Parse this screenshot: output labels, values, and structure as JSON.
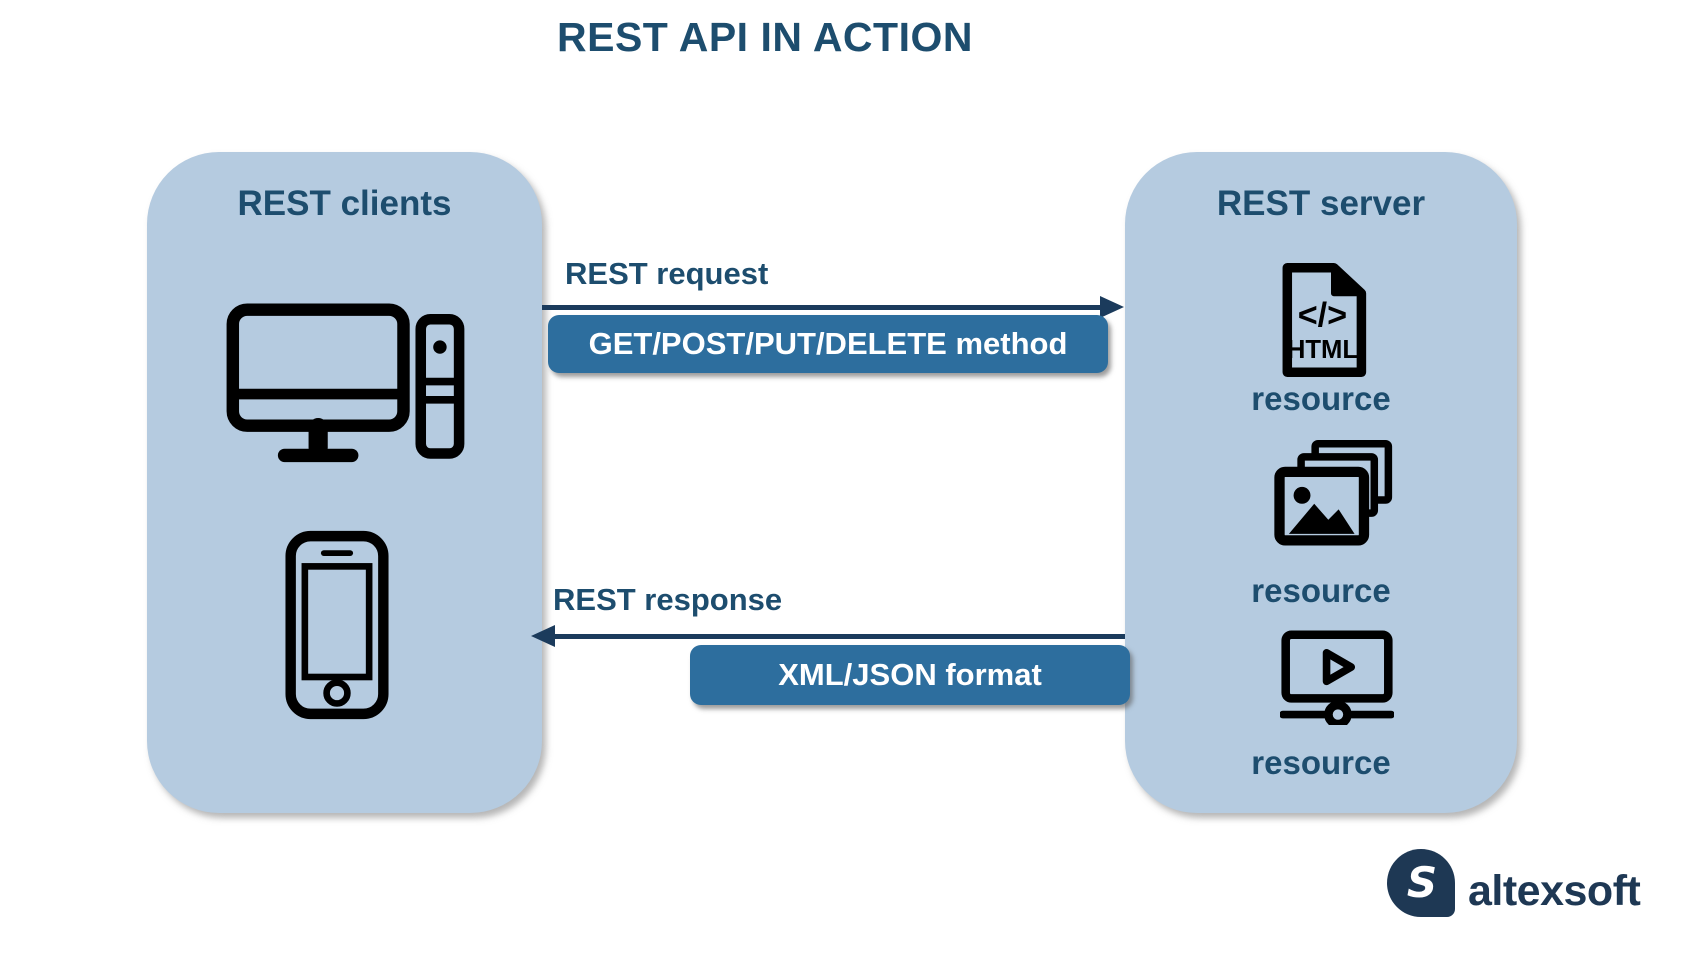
{
  "title": "REST API IN ACTION",
  "clients_panel": {
    "title": "REST clients",
    "icons": [
      "desktop-computer",
      "smartphone"
    ]
  },
  "server_panel": {
    "title": "REST server",
    "resources": [
      {
        "icon": "html-file",
        "label": "resource"
      },
      {
        "icon": "image-stack",
        "label": "resource"
      },
      {
        "icon": "video-player",
        "label": "resource"
      }
    ]
  },
  "request": {
    "label": "REST request",
    "badge": "GET/POST/PUT/DELETE method",
    "direction": "client-to-server"
  },
  "response": {
    "label": "REST response",
    "badge": "XML/JSON format",
    "direction": "server-to-client"
  },
  "html_icon": {
    "code_glyph": "</>",
    "file_type": "HTML"
  },
  "logo": {
    "brand": "altexsoft",
    "mark_letter": "S"
  },
  "colors": {
    "background": "#ffffff",
    "panel_fill": "#b5cbe0",
    "heading_text": "#1d4d6e",
    "arrow": "#1b3b5c",
    "badge_background": "#2d6e9e",
    "badge_text": "#ffffff",
    "icon_black": "#000000",
    "logo_navy": "#1e3854"
  }
}
